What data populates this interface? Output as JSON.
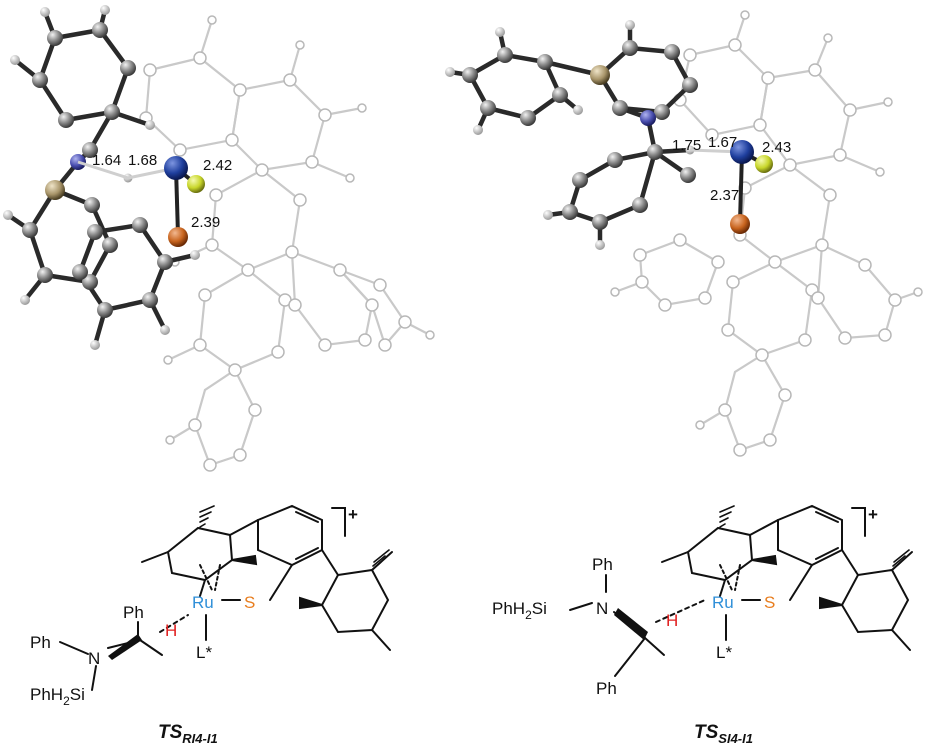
{
  "left_model": {
    "distances": [
      "1.64",
      "1.68",
      "2.42",
      "2.39"
    ]
  },
  "right_model": {
    "distances": [
      "1.75",
      "1.67",
      "2.43",
      "2.37"
    ]
  },
  "left_structure": {
    "atoms": {
      "ru": "Ru",
      "s": "S",
      "h": "H",
      "l": "L*",
      "n": "N",
      "ph_top": "Ph",
      "ph_n": "Ph",
      "silyl": "PhH",
      "silyl_sub": "2",
      "silyl_tail": "Si",
      "charge": "+"
    },
    "label_main": "TS",
    "label_sub": "RI4-I1"
  },
  "right_structure": {
    "atoms": {
      "ru": "Ru",
      "s": "S",
      "h": "H",
      "l": "L*",
      "n": "N",
      "ph_top": "Ph",
      "ph_bottom": "Ph",
      "silyl": "PhH",
      "silyl_sub": "2",
      "silyl_tail": "Si",
      "charge": "+"
    },
    "label_main": "TS",
    "label_sub": "SI4-I1"
  },
  "colors": {
    "ru_atom": "#1f3f9e",
    "s_atom": "#c8641e",
    "cl_atom": "#c8d62a",
    "n_atom": "#4a4fb0",
    "si_atom": "#a8956a",
    "ru_label": "#2f8fd8",
    "s_label": "#e87d1e",
    "h_label": "#e02020"
  }
}
